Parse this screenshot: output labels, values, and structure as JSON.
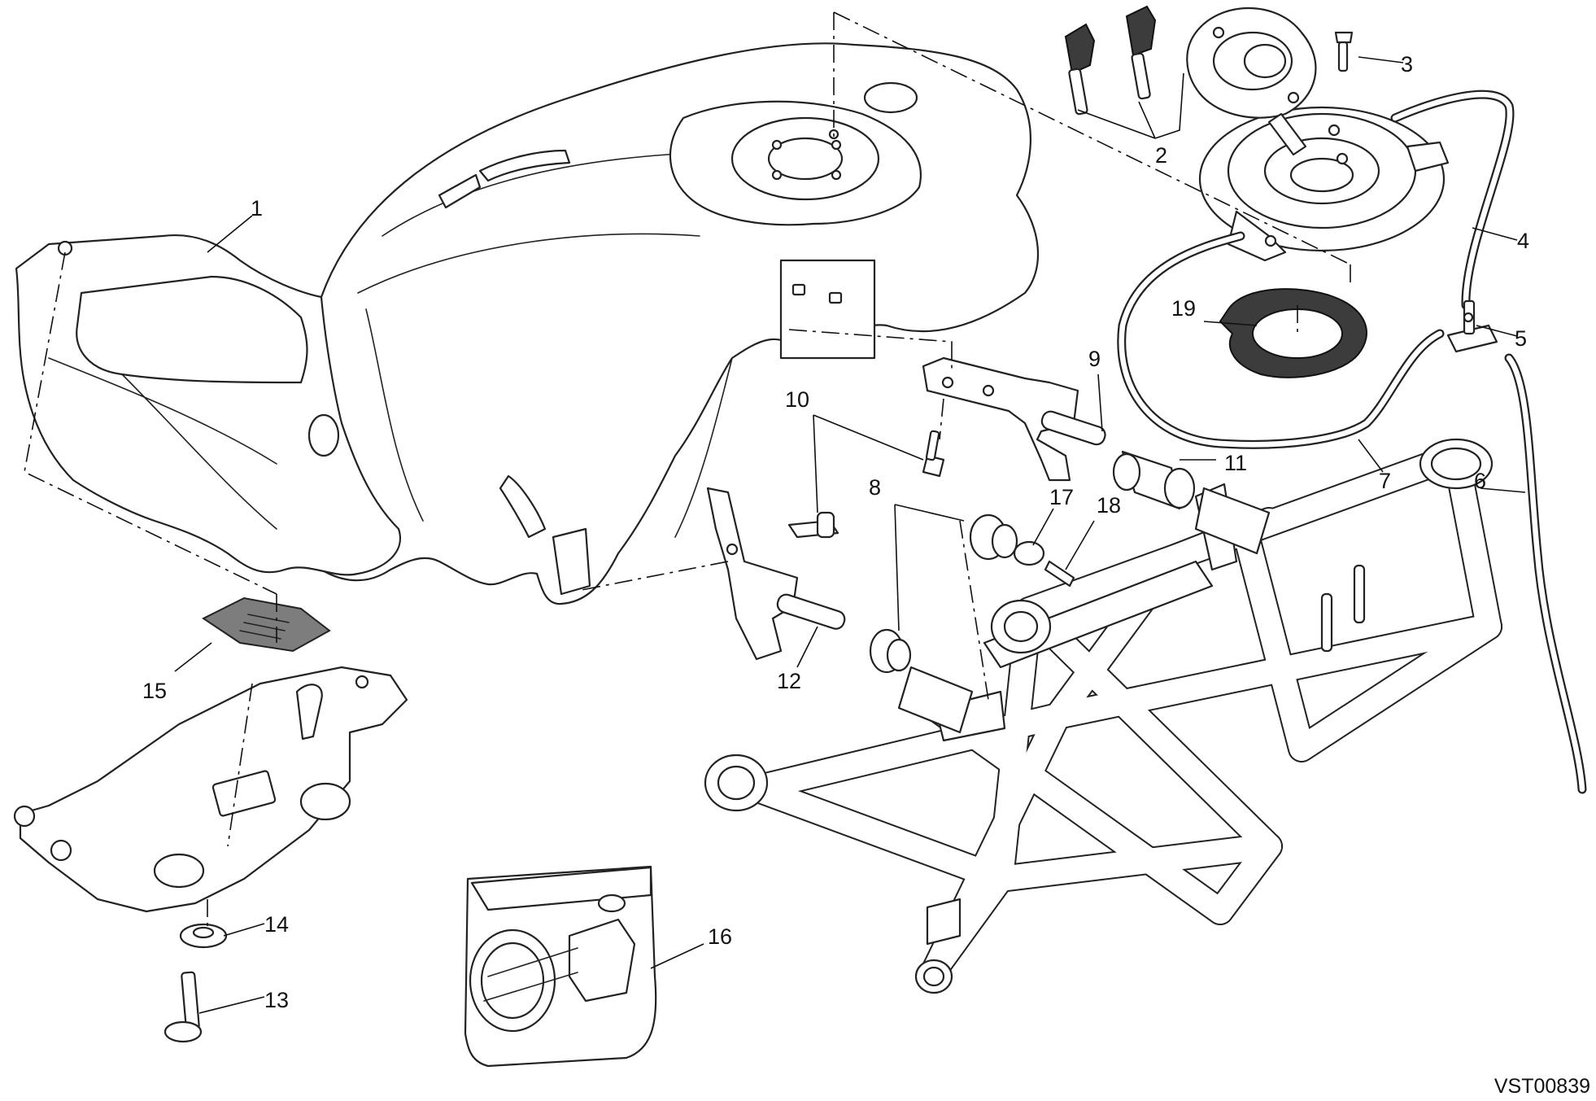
{
  "callouts": [
    "1",
    "2",
    "3",
    "4",
    "5",
    "6",
    "7",
    "8",
    "9",
    "10",
    "11",
    "12",
    "13",
    "14",
    "15",
    "16",
    "17",
    "18",
    "19"
  ],
  "drawing_code": "VST00839"
}
